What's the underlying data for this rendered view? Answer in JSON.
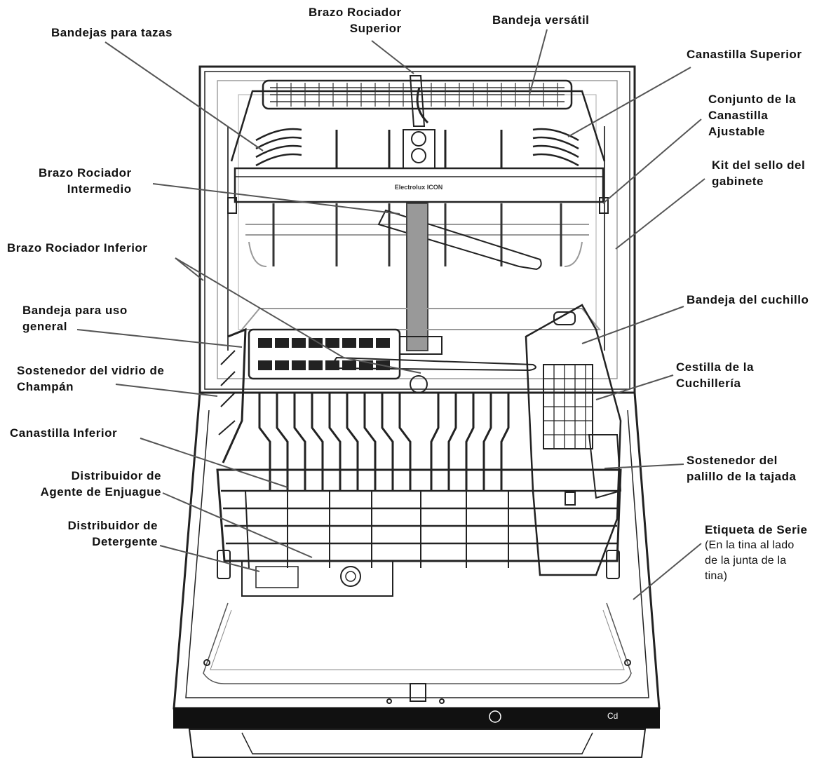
{
  "labels": {
    "cup_shelves": "Bandejas para tazas",
    "upper_spray_arm_1": "Brazo Rociador",
    "upper_spray_arm_2": "Superior",
    "versatile_tray": "Bandeja versátil",
    "upper_rack": "Canastilla Superior",
    "adjustable_rack_1": "Conjunto de la",
    "adjustable_rack_2": "Canastilla",
    "adjustable_rack_3": "Ajustable",
    "mid_spray_arm_1": "Brazo Rociador",
    "mid_spray_arm_2": "Intermedio",
    "cabinet_seal_1": "Kit del sello del",
    "cabinet_seal_2": "gabinete",
    "lower_spray_arm": "Brazo Rociador Inferior",
    "general_tray_1": "Bandeja para uso",
    "general_tray_2": "general",
    "knife_tray": "Bandeja del cuchillo",
    "champagne_holder_1": "Sostenedor del vidrio de",
    "champagne_holder_2": "Champán",
    "silverware_basket_1": "Cestilla de la",
    "silverware_basket_2": "Cuchillería",
    "lower_rack": "Canastilla Inferior",
    "toothpick_holder_1": "Sostenedor del",
    "toothpick_holder_2": "palillo de la tajada",
    "rinse_dispenser_1": "Distribuidor de",
    "rinse_dispenser_2": "Agente de Enjuague",
    "detergent_dispenser_1": "Distribuidor de",
    "detergent_dispenser_2": "Detergente",
    "serial_label_title": "Etiqueta de Serie",
    "serial_label_note_1": "(En la tina al lado",
    "serial_label_note_2": "de la junta de la",
    "serial_label_note_3": "tina)"
  },
  "brand_text": "Electrolux  ICON",
  "panel_mark": "Cd"
}
